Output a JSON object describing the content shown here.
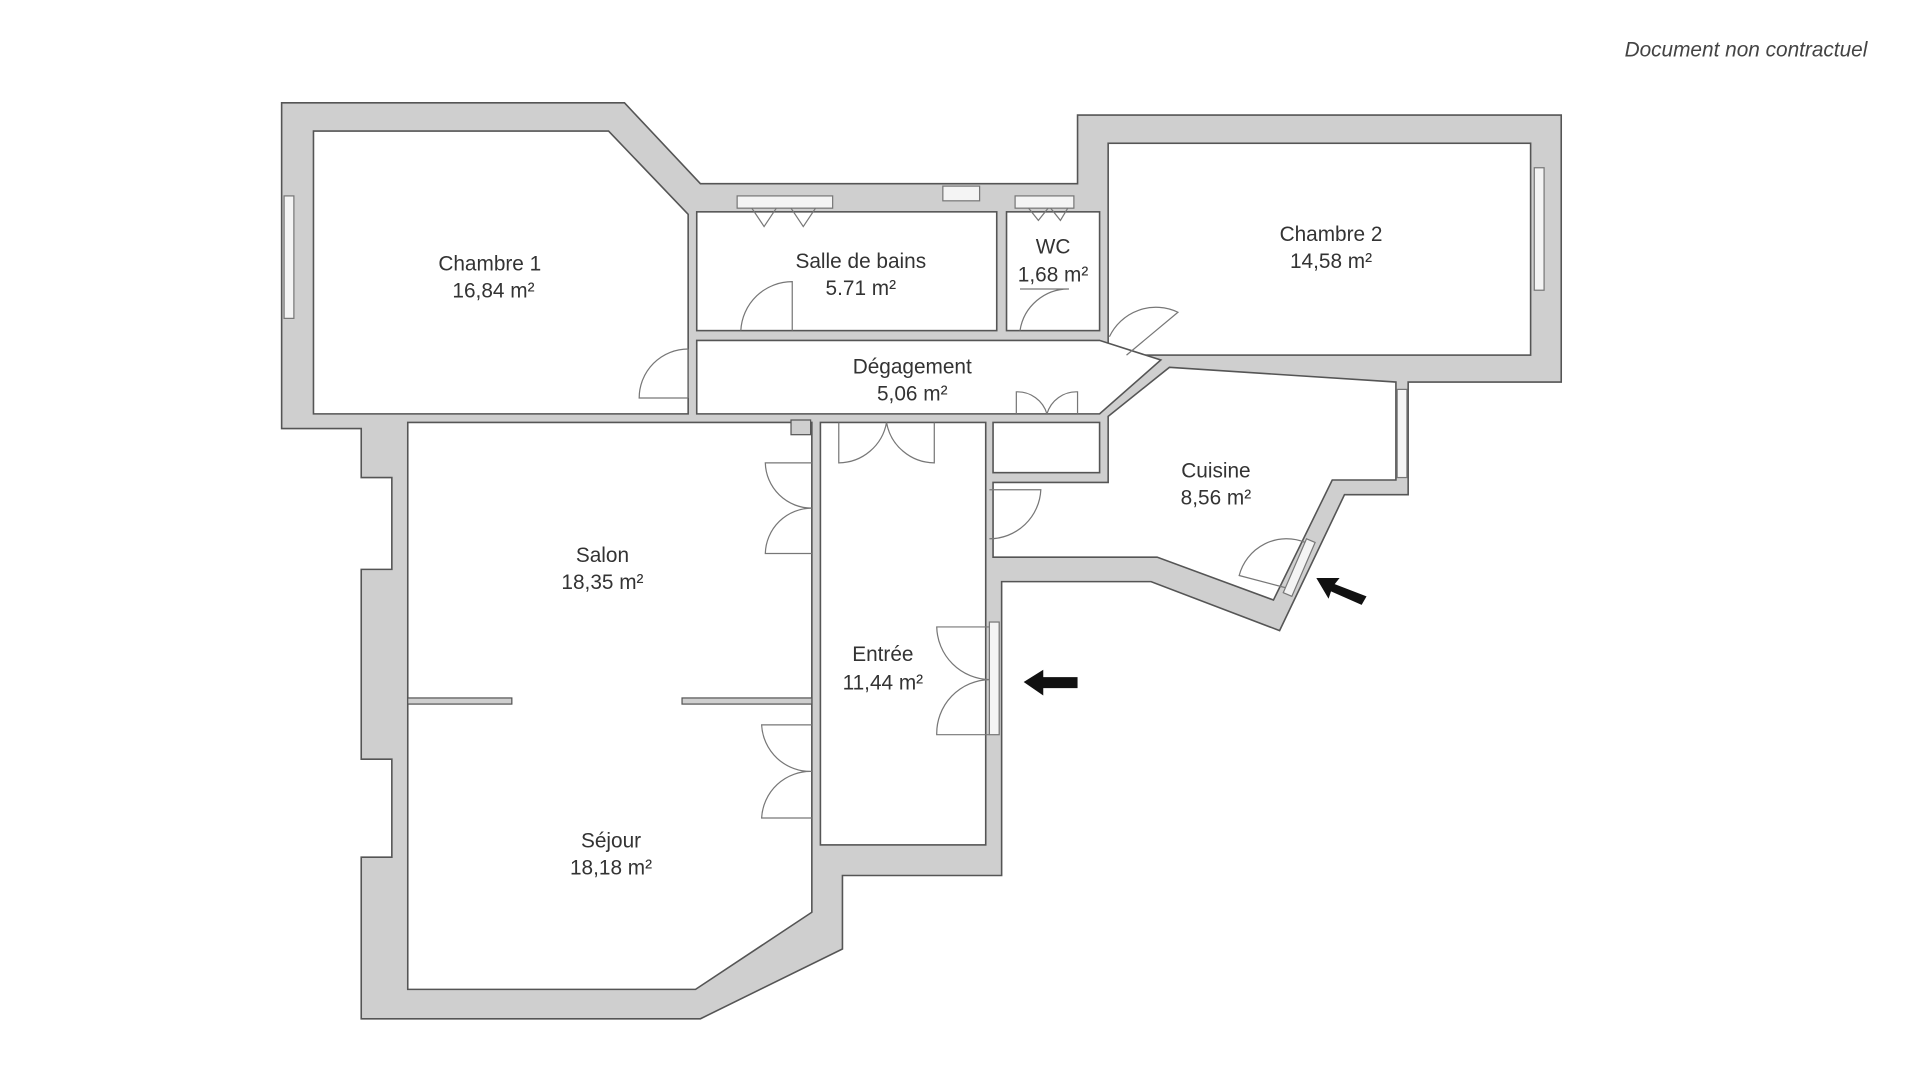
{
  "disclaimer": "Document non contractuel",
  "rooms": [
    {
      "name": "Chambre 1",
      "area": "16,84 m²"
    },
    {
      "name": "Salle de bains",
      "area": "5.71 m²"
    },
    {
      "name": "WC",
      "area": "1,68 m²"
    },
    {
      "name": "Chambre 2",
      "area": "14,58 m²"
    },
    {
      "name": "Dégagement",
      "area": "5,06 m²"
    },
    {
      "name": "Cuisine",
      "area": "8,56 m²"
    },
    {
      "name": "Salon",
      "area": "18,35 m²"
    },
    {
      "name": "Entrée",
      "area": "11,44 m²"
    },
    {
      "name": "Séjour",
      "area": "18,18 m²"
    }
  ],
  "colors": {
    "wall": "#cfcfcf",
    "outline": "#555555",
    "arrow": "#111111"
  }
}
